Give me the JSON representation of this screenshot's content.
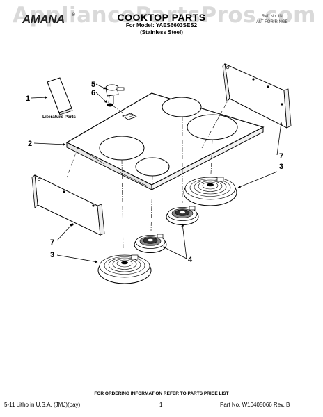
{
  "watermark": "AppliancePartsPros.com",
  "header": {
    "brand": "AMANA",
    "title": "COOKTOP PARTS",
    "model_line": "For Model: YAES6603SES2",
    "finish": "(Stainless Steel)",
    "right_line_1": "Ref. No. IN",
    "right_line_2": "ALT FOR RINGE"
  },
  "diagram": {
    "literature_label": "Literature Parts",
    "callouts": {
      "c1": "1",
      "c2": "2",
      "c3_left": "3",
      "c3_right": "3",
      "c4": "4",
      "c5": "5",
      "c6": "6",
      "c7_left": "7",
      "c7_right": "7"
    }
  },
  "footer": {
    "ordering_note": "FOR ORDERING INFORMATION REFER TO PARTS PRICE LIST",
    "litho": "5-11 Litho in U.S.A. (JMJ)(bay)",
    "page": "1",
    "part_no": "Part No. W10405066 Rev. B"
  }
}
